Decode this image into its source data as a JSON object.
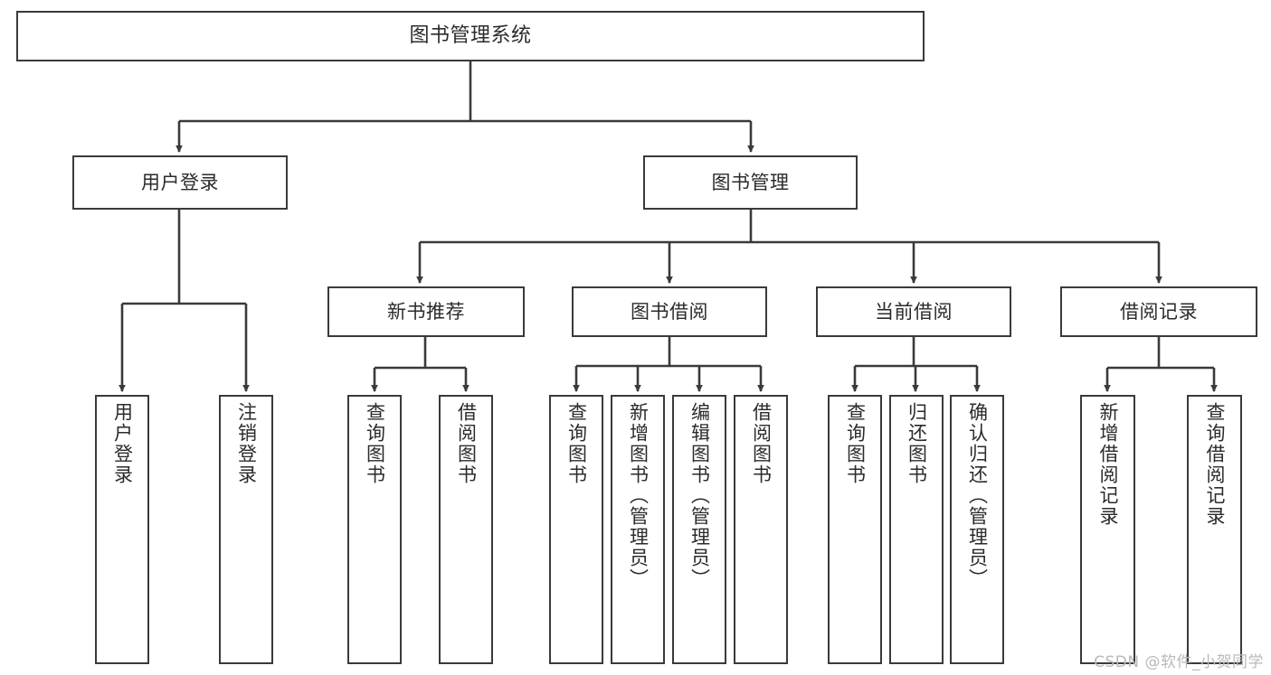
{
  "diagram": {
    "title": "图书管理系统",
    "type": "tree",
    "stroke_color": "#3a3a3a",
    "text_color": "#2b2b2b",
    "background_color": "#ffffff",
    "orientation": "top-down",
    "nodes": {
      "root": {
        "label": "图书管理系统",
        "level": 0
      },
      "user_login": {
        "label": "用户登录",
        "level": 1
      },
      "book_manage": {
        "label": "图书管理",
        "level": 1
      },
      "new_book_rec": {
        "label": "新书推荐",
        "level": 2
      },
      "book_borrow": {
        "label": "图书借阅",
        "level": 2
      },
      "current_borrow": {
        "label": "当前借阅",
        "level": 2
      },
      "borrow_record": {
        "label": "借阅记录",
        "level": 2
      },
      "leaf_user_login": {
        "label": "用户登录",
        "level": 3
      },
      "leaf_logout": {
        "label": "注销登录",
        "level": 3
      },
      "leaf_query_book_1": {
        "label": "查询图书",
        "level": 3
      },
      "leaf_borrow_book_1": {
        "label": "借阅图书",
        "level": 3
      },
      "leaf_query_book_2": {
        "label": "查询图书",
        "level": 3
      },
      "leaf_add_book": {
        "label": "新增图书（管理员）",
        "level": 3
      },
      "leaf_edit_book": {
        "label": "编辑图书（管理员）",
        "level": 3
      },
      "leaf_borrow_book_2": {
        "label": "借阅图书",
        "level": 3
      },
      "leaf_query_book_3": {
        "label": "查询图书",
        "level": 3
      },
      "leaf_return_book": {
        "label": "归还图书",
        "level": 3
      },
      "leaf_confirm_return": {
        "label": "确认归还（管理员）",
        "level": 3
      },
      "leaf_add_record": {
        "label": "新增借阅记录",
        "level": 3
      },
      "leaf_query_record": {
        "label": "查询借阅记录",
        "level": 3
      }
    },
    "edges": [
      {
        "from": "root",
        "to": "user_login"
      },
      {
        "from": "root",
        "to": "book_manage"
      },
      {
        "from": "user_login",
        "to": "leaf_user_login"
      },
      {
        "from": "user_login",
        "to": "leaf_logout"
      },
      {
        "from": "book_manage",
        "to": "new_book_rec"
      },
      {
        "from": "book_manage",
        "to": "book_borrow"
      },
      {
        "from": "book_manage",
        "to": "current_borrow"
      },
      {
        "from": "book_manage",
        "to": "borrow_record"
      },
      {
        "from": "new_book_rec",
        "to": "leaf_query_book_1"
      },
      {
        "from": "new_book_rec",
        "to": "leaf_borrow_book_1"
      },
      {
        "from": "book_borrow",
        "to": "leaf_query_book_2"
      },
      {
        "from": "book_borrow",
        "to": "leaf_add_book"
      },
      {
        "from": "book_borrow",
        "to": "leaf_edit_book"
      },
      {
        "from": "book_borrow",
        "to": "leaf_borrow_book_2"
      },
      {
        "from": "current_borrow",
        "to": "leaf_query_book_3"
      },
      {
        "from": "current_borrow",
        "to": "leaf_return_book"
      },
      {
        "from": "current_borrow",
        "to": "leaf_confirm_return"
      },
      {
        "from": "borrow_record",
        "to": "leaf_add_record"
      },
      {
        "from": "borrow_record",
        "to": "leaf_query_record"
      }
    ]
  },
  "watermark": {
    "text": "CSDN @软件_小贺同学"
  }
}
